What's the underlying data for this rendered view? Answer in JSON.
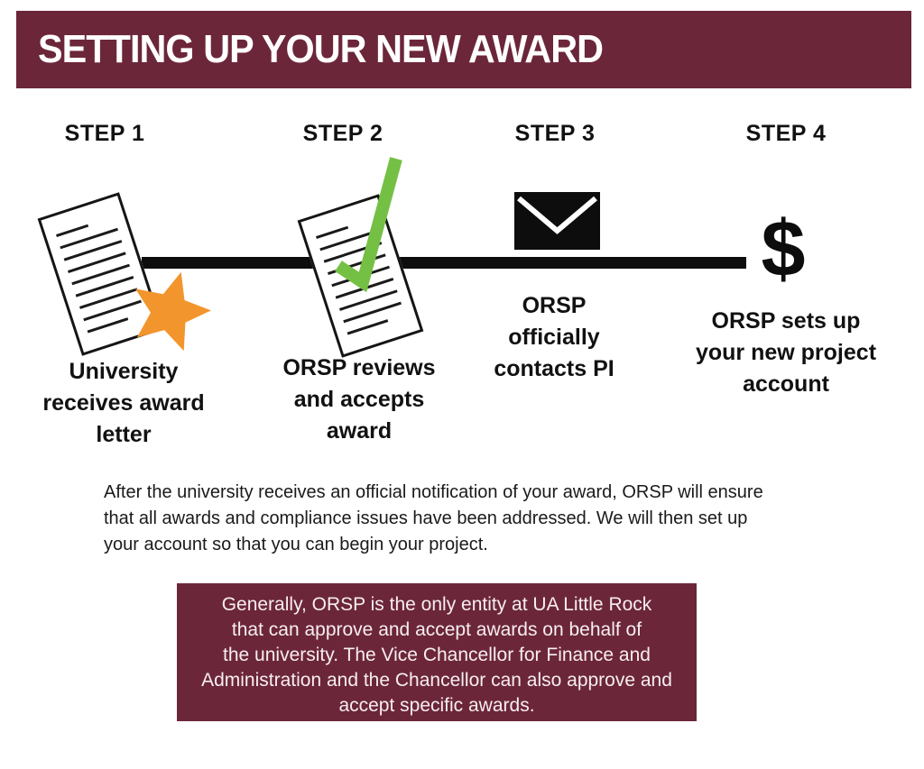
{
  "colors": {
    "maroon": "#6C2639",
    "orange_star": "#F2952D",
    "green_check": "#74C044",
    "timeline_black": "#0D0D0D",
    "text_white": "#FFFFFF"
  },
  "header": {
    "title": "SETTING UP YOUR NEW AWARD"
  },
  "steps": [
    {
      "label": "STEP 1",
      "icon": "document-with-star-icon",
      "caption_lines": [
        "University",
        "receives award",
        "letter"
      ]
    },
    {
      "label": "STEP 2",
      "icon": "document-with-checkmark-icon",
      "caption_lines": [
        "ORSP reviews",
        "and accepts",
        "award"
      ]
    },
    {
      "label": "STEP 3",
      "icon": "envelope-icon",
      "caption_lines": [
        "ORSP",
        "officially",
        "contacts PI"
      ]
    },
    {
      "label": "STEP 4",
      "icon": "dollar-sign-icon",
      "symbol": "$",
      "caption_lines": [
        "ORSP sets up",
        "your new project",
        "account"
      ]
    }
  ],
  "description": {
    "lines": [
      "After the university receives an official notification of your award, ORSP will ensure",
      "that all awards and compliance issues have been addressed. We will then set up",
      "your account so that you can begin your project."
    ]
  },
  "note": {
    "lines": [
      "Generally, ORSP is the only entity at UA Little Rock",
      "that can approve and accept awards on behalf of",
      "the university.  The Vice Chancellor for Finance and",
      "Administration and the Chancellor can also approve and",
      "accept specific awards."
    ]
  }
}
